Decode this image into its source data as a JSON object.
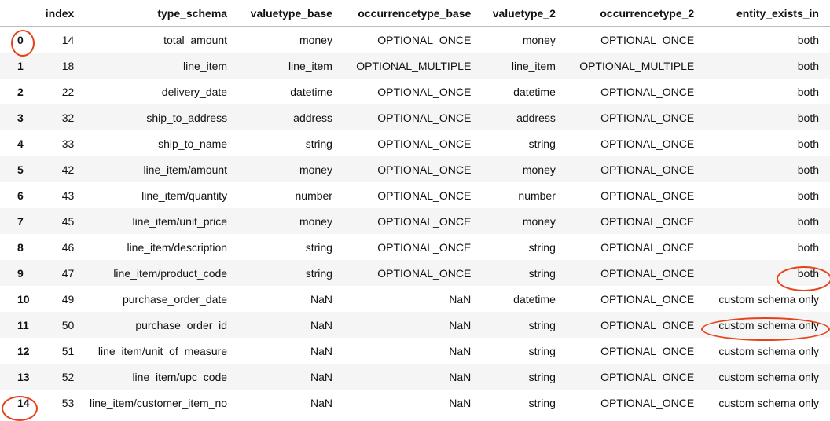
{
  "table": {
    "columns": [
      "",
      "index",
      "type_schema",
      "valuetype_base",
      "occurrencetype_base",
      "valuetype_2",
      "occurrencetype_2",
      "entity_exists_in"
    ],
    "rows": [
      {
        "row_idx": "0",
        "index": "14",
        "type_schema": "total_amount",
        "valuetype_base": "money",
        "occurrencetype_base": "OPTIONAL_ONCE",
        "valuetype_2": "money",
        "occurrencetype_2": "OPTIONAL_ONCE",
        "entity_exists_in": "both"
      },
      {
        "row_idx": "1",
        "index": "18",
        "type_schema": "line_item",
        "valuetype_base": "line_item",
        "occurrencetype_base": "OPTIONAL_MULTIPLE",
        "valuetype_2": "line_item",
        "occurrencetype_2": "OPTIONAL_MULTIPLE",
        "entity_exists_in": "both"
      },
      {
        "row_idx": "2",
        "index": "22",
        "type_schema": "delivery_date",
        "valuetype_base": "datetime",
        "occurrencetype_base": "OPTIONAL_ONCE",
        "valuetype_2": "datetime",
        "occurrencetype_2": "OPTIONAL_ONCE",
        "entity_exists_in": "both"
      },
      {
        "row_idx": "3",
        "index": "32",
        "type_schema": "ship_to_address",
        "valuetype_base": "address",
        "occurrencetype_base": "OPTIONAL_ONCE",
        "valuetype_2": "address",
        "occurrencetype_2": "OPTIONAL_ONCE",
        "entity_exists_in": "both"
      },
      {
        "row_idx": "4",
        "index": "33",
        "type_schema": "ship_to_name",
        "valuetype_base": "string",
        "occurrencetype_base": "OPTIONAL_ONCE",
        "valuetype_2": "string",
        "occurrencetype_2": "OPTIONAL_ONCE",
        "entity_exists_in": "both"
      },
      {
        "row_idx": "5",
        "index": "42",
        "type_schema": "line_item/amount",
        "valuetype_base": "money",
        "occurrencetype_base": "OPTIONAL_ONCE",
        "valuetype_2": "money",
        "occurrencetype_2": "OPTIONAL_ONCE",
        "entity_exists_in": "both"
      },
      {
        "row_idx": "6",
        "index": "43",
        "type_schema": "line_item/quantity",
        "valuetype_base": "number",
        "occurrencetype_base": "OPTIONAL_ONCE",
        "valuetype_2": "number",
        "occurrencetype_2": "OPTIONAL_ONCE",
        "entity_exists_in": "both"
      },
      {
        "row_idx": "7",
        "index": "45",
        "type_schema": "line_item/unit_price",
        "valuetype_base": "money",
        "occurrencetype_base": "OPTIONAL_ONCE",
        "valuetype_2": "money",
        "occurrencetype_2": "OPTIONAL_ONCE",
        "entity_exists_in": "both"
      },
      {
        "row_idx": "8",
        "index": "46",
        "type_schema": "line_item/description",
        "valuetype_base": "string",
        "occurrencetype_base": "OPTIONAL_ONCE",
        "valuetype_2": "string",
        "occurrencetype_2": "OPTIONAL_ONCE",
        "entity_exists_in": "both"
      },
      {
        "row_idx": "9",
        "index": "47",
        "type_schema": "line_item/product_code",
        "valuetype_base": "string",
        "occurrencetype_base": "OPTIONAL_ONCE",
        "valuetype_2": "string",
        "occurrencetype_2": "OPTIONAL_ONCE",
        "entity_exists_in": "both"
      },
      {
        "row_idx": "10",
        "index": "49",
        "type_schema": "purchase_order_date",
        "valuetype_base": "NaN",
        "occurrencetype_base": "NaN",
        "valuetype_2": "datetime",
        "occurrencetype_2": "OPTIONAL_ONCE",
        "entity_exists_in": "custom schema only"
      },
      {
        "row_idx": "11",
        "index": "50",
        "type_schema": "purchase_order_id",
        "valuetype_base": "NaN",
        "occurrencetype_base": "NaN",
        "valuetype_2": "string",
        "occurrencetype_2": "OPTIONAL_ONCE",
        "entity_exists_in": "custom schema only"
      },
      {
        "row_idx": "12",
        "index": "51",
        "type_schema": "line_item/unit_of_measure",
        "valuetype_base": "NaN",
        "occurrencetype_base": "NaN",
        "valuetype_2": "string",
        "occurrencetype_2": "OPTIONAL_ONCE",
        "entity_exists_in": "custom schema only"
      },
      {
        "row_idx": "13",
        "index": "52",
        "type_schema": "line_item/upc_code",
        "valuetype_base": "NaN",
        "occurrencetype_base": "NaN",
        "valuetype_2": "string",
        "occurrencetype_2": "OPTIONAL_ONCE",
        "entity_exists_in": "custom schema only"
      },
      {
        "row_idx": "14",
        "index": "53",
        "type_schema": "line_item/customer_item_no",
        "valuetype_base": "NaN",
        "occurrencetype_base": "NaN",
        "valuetype_2": "string",
        "occurrencetype_2": "OPTIONAL_ONCE",
        "entity_exists_in": "custom schema only"
      }
    ]
  },
  "annotation_color": "#e8411a"
}
